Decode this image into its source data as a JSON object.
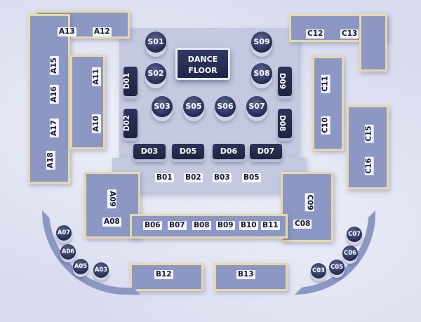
{
  "dance_floor": {
    "line1": "DANCE",
    "line2": "FLOOR"
  },
  "stools": [
    "S01",
    "S02",
    "S03",
    "S05",
    "S06",
    "S07",
    "S08",
    "S09"
  ],
  "d_tables": [
    "D01",
    "D02",
    "D03",
    "D05",
    "D06",
    "D07",
    "D08",
    "D09"
  ],
  "a_sections": [
    "A13",
    "A12",
    "A15",
    "A16",
    "A17",
    "A18",
    "A11",
    "A10",
    "A09",
    "A08",
    "A07",
    "A06",
    "A05",
    "A03"
  ],
  "b_sections": [
    "B01",
    "B02",
    "B03",
    "B05",
    "B06",
    "B07",
    "B08",
    "B09",
    "B10",
    "B11",
    "B12",
    "B13"
  ],
  "c_sections": [
    "C12",
    "C13",
    "C11",
    "C10",
    "C15",
    "C16",
    "C09",
    "C08",
    "C07",
    "C06",
    "C05",
    "C03"
  ],
  "colors": {
    "zone": "#8c97c4",
    "outline": "#e7d9a8",
    "tile": "#262c4f"
  }
}
